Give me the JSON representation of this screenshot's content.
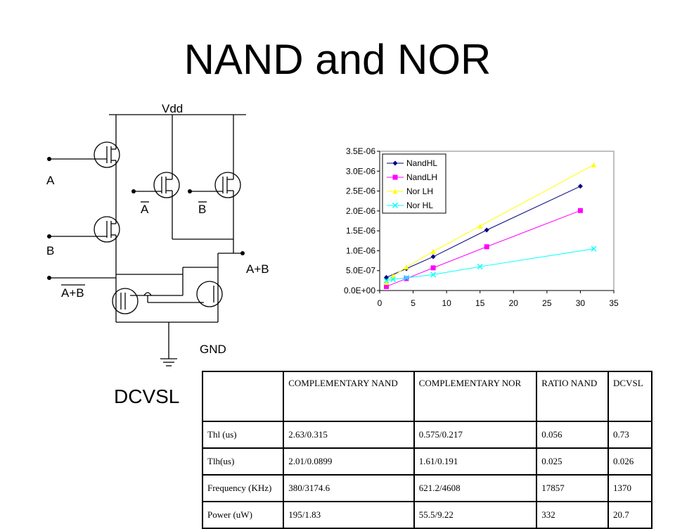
{
  "title": "NAND and NOR",
  "side_label": "DCVSL",
  "circuit": {
    "vdd": "Vdd",
    "gnd": "GND",
    "in_a": "A",
    "in_b": "B",
    "in_a_bar": "A",
    "in_b_bar": "B",
    "out": "A+B",
    "out_bar": "A+B"
  },
  "chart_data": {
    "type": "line",
    "title": "",
    "xlabel": "",
    "ylabel": "",
    "xlim": [
      0,
      35
    ],
    "ylim": [
      0,
      3.5e-06
    ],
    "x_ticks": [
      "0",
      "5",
      "10",
      "15",
      "20",
      "25",
      "30",
      "35"
    ],
    "y_ticks": [
      "0.0E+00",
      "5.0E-07",
      "1.0E-06",
      "1.5E-06",
      "2.0E-06",
      "2.5E-06",
      "3.0E-06",
      "3.5E-06"
    ],
    "legend_position": "top-left",
    "grid": false,
    "series": [
      {
        "name": "NandHL",
        "color": "#000080",
        "marker": "diamond",
        "x": [
          1,
          4,
          8,
          16,
          30
        ],
        "y": [
          3.3e-07,
          5.5e-07,
          8.5e-07,
          1.52e-06,
          2.62e-06
        ]
      },
      {
        "name": "NandLH",
        "color": "#ff00ff",
        "marker": "square",
        "x": [
          1,
          4,
          8,
          16,
          30
        ],
        "y": [
          1e-07,
          3e-07,
          5.7e-07,
          1.1e-06,
          2.01e-06
        ]
      },
      {
        "name": "Nor LH",
        "color": "#ffff00",
        "marker": "triangle",
        "x": [
          1,
          2,
          4,
          8,
          15,
          32
        ],
        "y": [
          2e-07,
          3.6e-07,
          5.9e-07,
          9.8e-07,
          1.62e-06,
          3.16e-06
        ]
      },
      {
        "name": "Nor HL",
        "color": "#00ffff",
        "marker": "x",
        "x": [
          1,
          2,
          4,
          8,
          15,
          32
        ],
        "y": [
          2.5e-07,
          2.8e-07,
          3.2e-07,
          4e-07,
          6e-07,
          1.05e-06
        ]
      }
    ]
  },
  "table": {
    "headers": [
      "",
      "COMPLEMENTARY NAND",
      "COMPLEMENTARY NOR",
      "RATIO NAND",
      "DCVSL"
    ],
    "rows": [
      [
        "Thl (us)",
        "2.63/0.315",
        "0.575/0.217",
        "0.056",
        "0.73"
      ],
      [
        "Tlh(us)",
        "2.01/0.0899",
        "1.61/0.191",
        "0.025",
        "0.026"
      ],
      [
        "Frequency (KHz)",
        "380/3174.6",
        "621.2/4608",
        "17857",
        "1370"
      ],
      [
        "Power (uW)",
        "195/1.83",
        "55.5/9.22",
        "332",
        "20.7"
      ]
    ]
  }
}
